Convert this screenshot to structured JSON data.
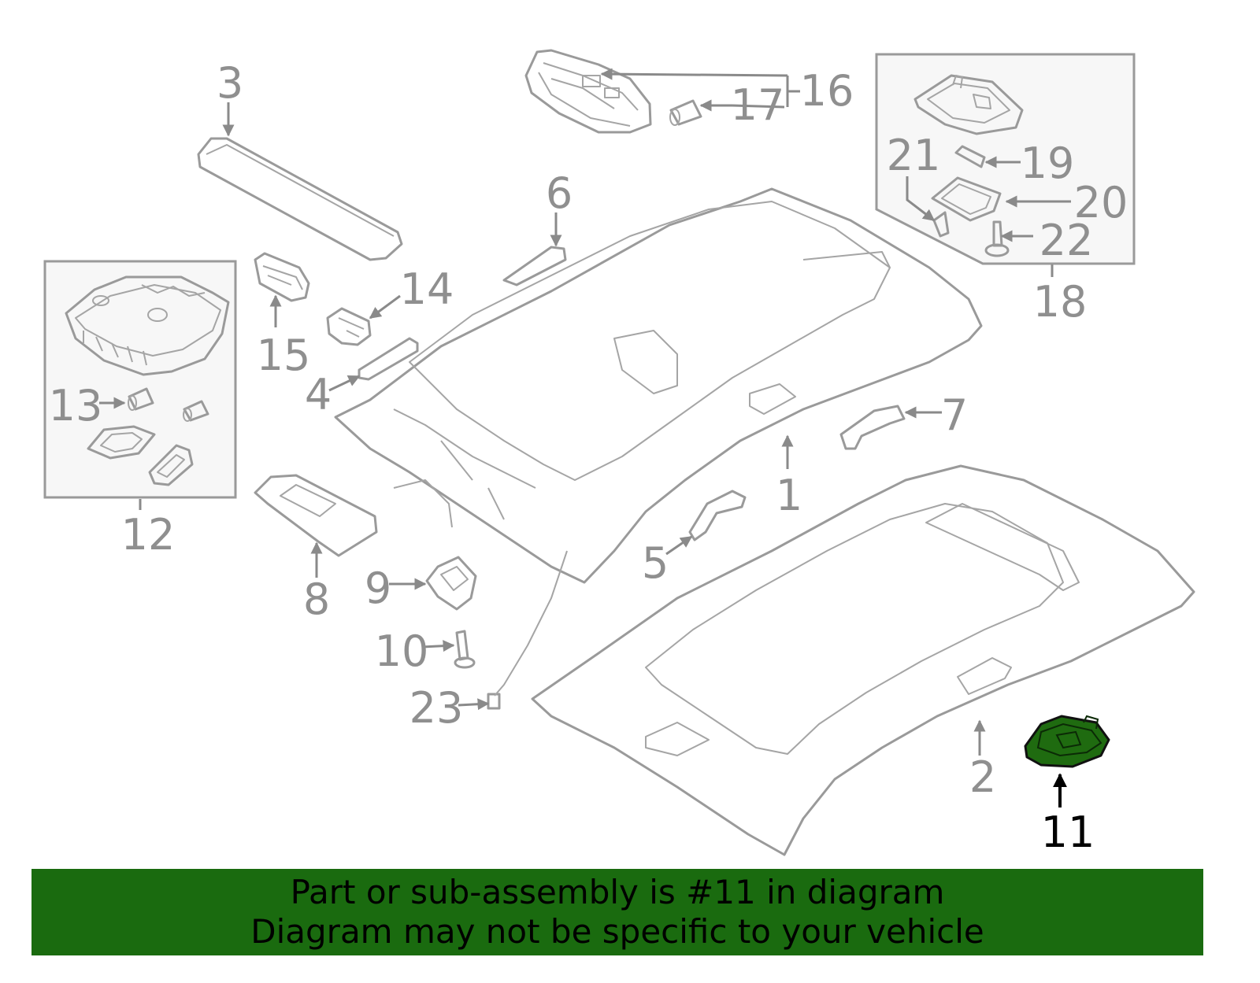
{
  "diagram": {
    "callouts": [
      "1",
      "2",
      "3",
      "4",
      "5",
      "6",
      "7",
      "8",
      "9",
      "10",
      "11",
      "12",
      "13",
      "14",
      "15",
      "16",
      "17",
      "18",
      "19",
      "20",
      "21",
      "22",
      "23"
    ],
    "highlighted_callout": "11",
    "colors": {
      "line_art": "#9a9a9a",
      "highlight_part": "#1f6b10",
      "banner_background": "#1a6b0f",
      "banner_text": "#000000"
    }
  },
  "banner": {
    "line1": "Part or sub-assembly is #11 in diagram",
    "line2": "Diagram may not be specific to your vehicle"
  }
}
